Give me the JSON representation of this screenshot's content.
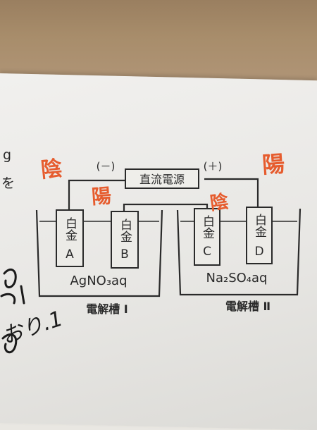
{
  "fragments": {
    "left_top": "g",
    "left_mid": "を"
  },
  "power_supply": {
    "label": "直流電源",
    "minus": "(－)",
    "plus": "(＋)"
  },
  "electrodes": [
    {
      "id": "A",
      "material": "白金",
      "letter": "A"
    },
    {
      "id": "B",
      "material": "白金",
      "letter": "B"
    },
    {
      "id": "C",
      "material": "白金",
      "letter": "C"
    },
    {
      "id": "D",
      "material": "白金",
      "letter": "D"
    }
  ],
  "cells": [
    {
      "solution": "AgNO₃aq",
      "name": "電解槽 Ⅰ"
    },
    {
      "solution": "Na₂SO₄aq",
      "name": "電解槽 Ⅱ"
    }
  ],
  "handwritten": {
    "label_a": "陰",
    "label_b": "陽",
    "label_c": "陰",
    "label_d": "陽",
    "margin_scribble": "おり.1"
  },
  "colors": {
    "ink": "#2a2a2a",
    "handwriting": "#e65c2e",
    "desk": "#a88d6b",
    "paper": "#ecebe8"
  }
}
